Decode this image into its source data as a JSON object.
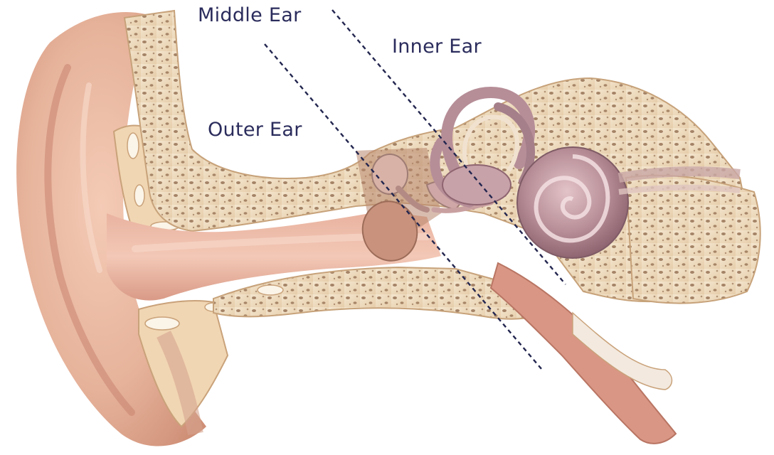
{
  "labels": {
    "middle": "Middle Ear",
    "inner": "Inner Ear",
    "outer": "Outer Ear"
  },
  "colors": {
    "label_text": "#2b2c5c",
    "divider_line": "#23264f",
    "skin": "#e9b9a3",
    "skin_shadow": "#d4947a",
    "bone": "#efdcc0",
    "bone_pore": "#8a6446",
    "cochlea": "#b79099"
  },
  "icons": [
    "ear-anatomy-illustration"
  ]
}
